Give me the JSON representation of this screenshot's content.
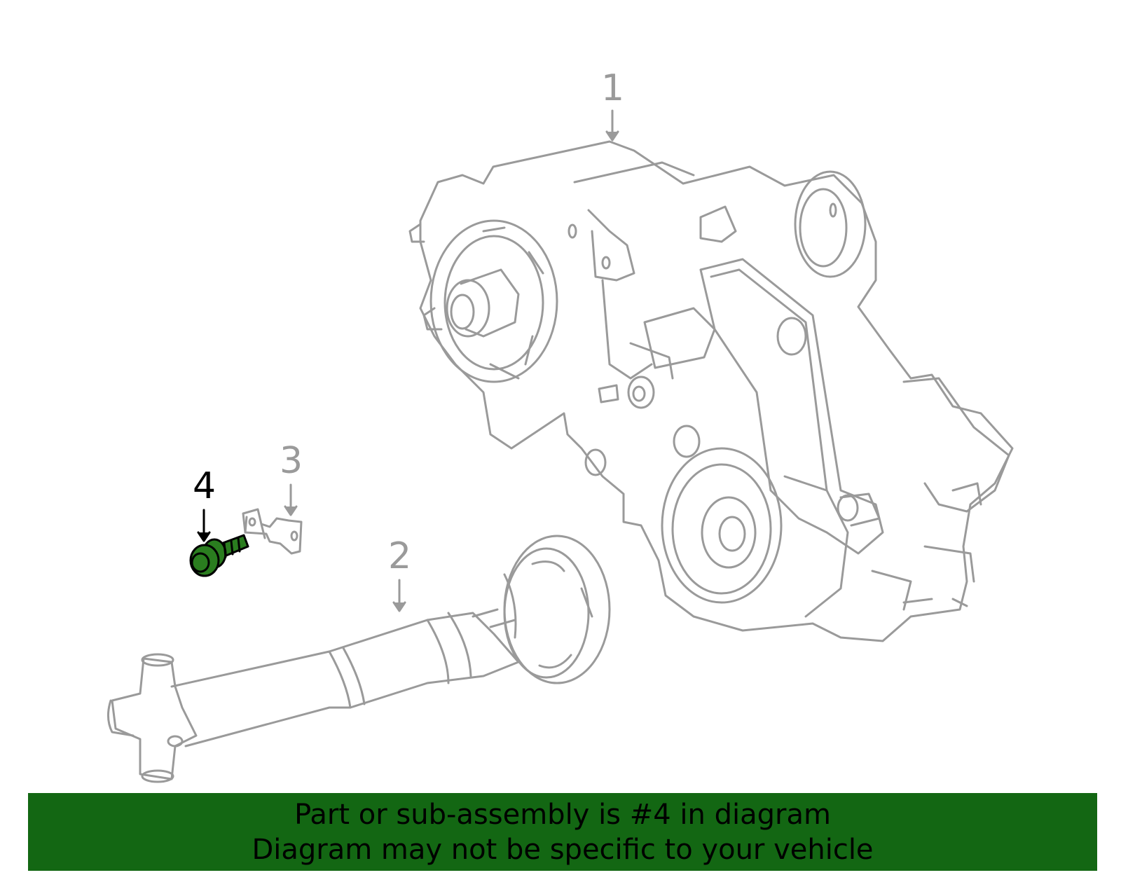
{
  "colors": {
    "linework": "#9a9a9a",
    "highlight": "#2a7d1f",
    "banner": "#136713",
    "active_label": "#000000"
  },
  "callouts": [
    {
      "label": "1",
      "part": "transfer-case",
      "highlighted": false
    },
    {
      "label": "2",
      "part": "drive-shaft",
      "highlighted": false
    },
    {
      "label": "3",
      "part": "bracket",
      "highlighted": false
    },
    {
      "label": "4",
      "part": "bolt",
      "highlighted": true
    }
  ],
  "banner": {
    "line1": "Part or sub-assembly is #4 in diagram",
    "line2": "Diagram may not be specific to your vehicle"
  }
}
